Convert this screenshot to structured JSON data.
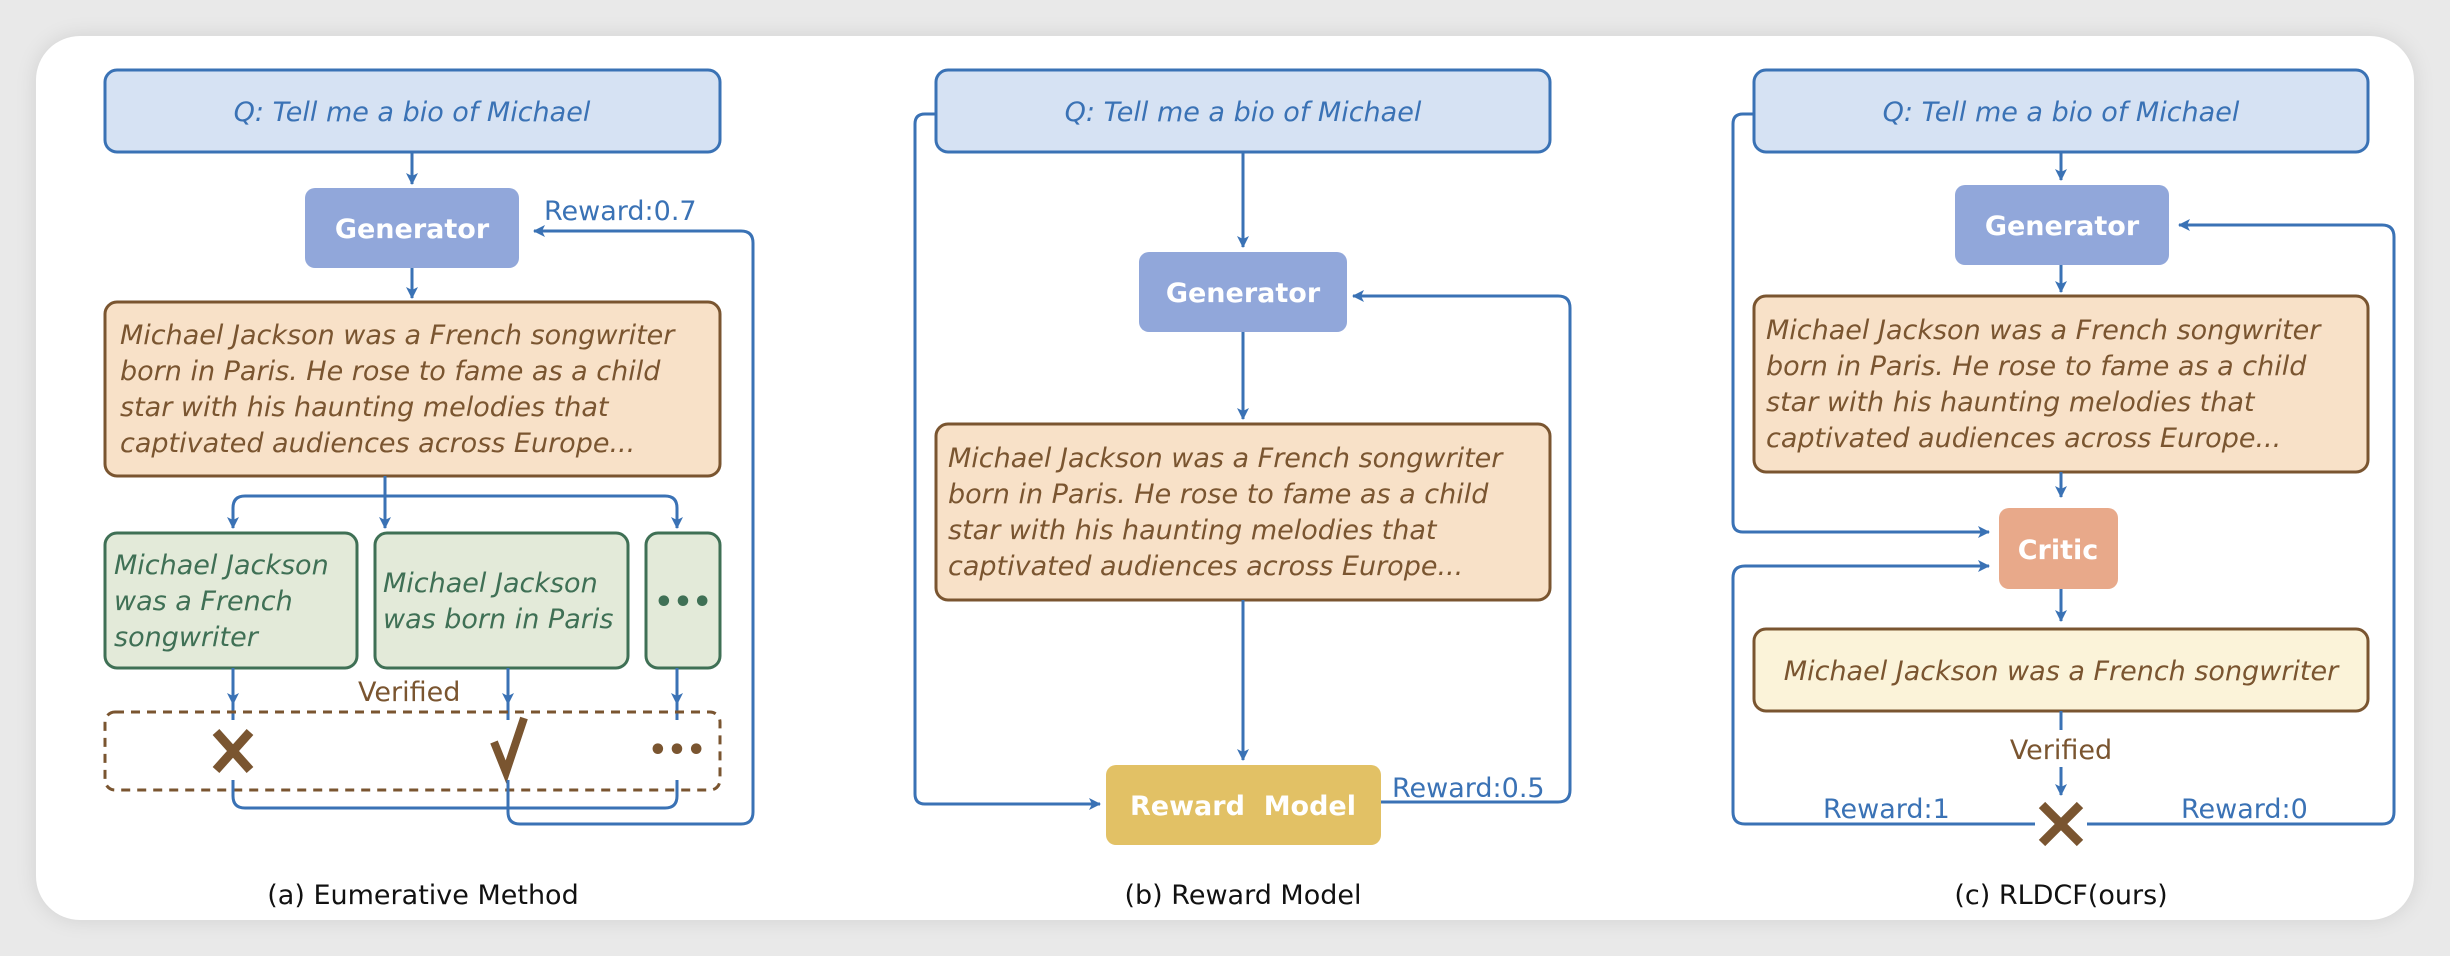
{
  "colors": {
    "arrow_blue": "#3a72b5",
    "question_fill": "#d6e2f3",
    "generator_fill": "#91a7da",
    "response_fill": "#f8e1c8",
    "response_border": "#7a5530",
    "claim_fill": "#e3ead9",
    "claim_border": "#3f7055",
    "reward_model_fill": "#e2c165",
    "critic_fill": "#e8a98a",
    "verified_claim_fill": "#fbf3d9",
    "verdict_brown": "#7a5530"
  },
  "panels": [
    {
      "id": "a",
      "question": "Q:  Tell me a bio of Michael",
      "generator_label": "Generator",
      "response_lines": [
        "Michael Jackson was a French songwriter",
        "born in Paris. He rose to fame as a child",
        "star with his haunting melodies that",
        "captivated audiences across Europe..."
      ],
      "claims": [
        {
          "lines": [
            "Michael Jackson",
            "was a French",
            "songwriter"
          ]
        },
        {
          "lines": [
            "Michael Jackson",
            "was born in Paris"
          ]
        },
        {
          "lines": [
            "•••"
          ]
        }
      ],
      "verified_label": "Verified",
      "verdicts": [
        {
          "icon": "cross-icon",
          "symbol": "✕"
        },
        {
          "icon": "check-icon",
          "symbol": "√"
        },
        {
          "icon": "ellipsis-icon",
          "symbol": "•••"
        }
      ],
      "reward_label": "Reward:0.7",
      "caption": "(a) Eumerative Method"
    },
    {
      "id": "b",
      "question": "Q:  Tell me a bio of Michael",
      "generator_label": "Generator",
      "response_lines": [
        "Michael Jackson was a French songwriter",
        "born in Paris. He rose to fame as a child",
        "star with his haunting melodies that",
        "captivated audiences across Europe..."
      ],
      "reward_model_label": "Reward  Model",
      "reward_label": "Reward:0.5",
      "caption": "(b) Reward Model"
    },
    {
      "id": "c",
      "question": "Q:  Tell me a bio of Michael",
      "generator_label": "Generator",
      "response_lines": [
        "Michael Jackson was a French songwriter",
        "born in Paris. He rose to fame as a child",
        "star with his haunting melodies that",
        "captivated audiences across Europe..."
      ],
      "critic_label": "Critic",
      "claim": "Michael Jackson was a French songwriter",
      "verified_label": "Verified",
      "verdict_symbol": "✕",
      "reward_left_label": "Reward:1",
      "reward_right_label": "Reward:0",
      "caption": "(c) RLDCF(ours)"
    }
  ]
}
